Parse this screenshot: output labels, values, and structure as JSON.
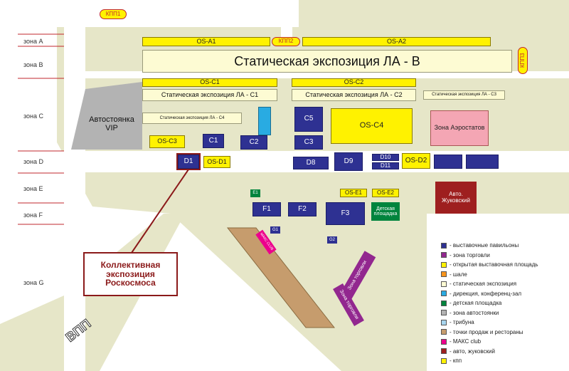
{
  "zones": {
    "a": "зона A",
    "b": "зона B",
    "c": "зона C",
    "d": "зона D",
    "e": "зона E",
    "f": "зона F",
    "g": "зона G"
  },
  "checkpoints": {
    "kpp1": "КПП1",
    "kpp2": "КПП2",
    "kpp3": "КПП3"
  },
  "areas": {
    "os_a1": "OS-A1",
    "os_a2": "OS-A2",
    "static_b": "Статическая экспозиция ЛА - В",
    "os_c1": "OS-C1",
    "os_c2": "OS-C2",
    "static_c1": "Статическая экспозиция ЛА - С1",
    "static_c2": "Статическая экспозиция ЛА - С2",
    "static_c3": "Статическая экспозиция ЛА - С3",
    "static_c4": "Статическая экспозиция ЛА - С4",
    "parking_vip": "Автостоянка VIP",
    "os_c3": "OS-C3",
    "c1": "C1",
    "c2": "C2",
    "c3": "C3",
    "c5": "C5",
    "os_c4": "OS-C4",
    "balloon_zone": "Зона Аэростатов",
    "d1": "D1",
    "os_d1": "OS-D1",
    "d8": "D8",
    "d9": "D9",
    "d10": "D10",
    "d11": "D11",
    "os_d2": "OS-D2",
    "os_e1": "OS-E1",
    "os_e2": "OS-E2",
    "avto_zhukovsky": "Авто. Жуковский",
    "e1": "E1",
    "f1": "F1",
    "f2": "F2",
    "f3": "F3",
    "kids_area": "Детская площадка",
    "g1": "G1",
    "g2": "G2",
    "makc_club": "МАКС CLUB",
    "trade_zone_1": "Зона торговли",
    "trade_zone_2": "Зона торговли",
    "vpp": "ВПП",
    "roscosmos": "Коллективная экспозиция Роскосмоса"
  },
  "legend": [
    {
      "label": "- выставочные павильоны",
      "color": "#2e3192"
    },
    {
      "label": "- зона торговли",
      "color": "#92278f"
    },
    {
      "label": "- открытая выставочная площадь",
      "color": "#fff200"
    },
    {
      "label": "- шале",
      "color": "#f7941d"
    },
    {
      "label": "- статическая экспозиция",
      "color": "#fdfbd3"
    },
    {
      "label": "- дирекция, конференц-зал",
      "color": "#29abe2"
    },
    {
      "label": "- детская площадка",
      "color": "#00843d"
    },
    {
      "label": "- зона автостоянки",
      "color": "#b3b3b3"
    },
    {
      "label": "- трибуна",
      "color": "#a7d5ee"
    },
    {
      "label": "- точки продаж и рестораны",
      "color": "#c69c6d"
    },
    {
      "label": "- МАКС club",
      "color": "#ec008c"
    },
    {
      "label": "- авто, жуковский",
      "color": "#9e1f1f"
    },
    {
      "label": "- кпп",
      "color": "#fff200"
    }
  ]
}
